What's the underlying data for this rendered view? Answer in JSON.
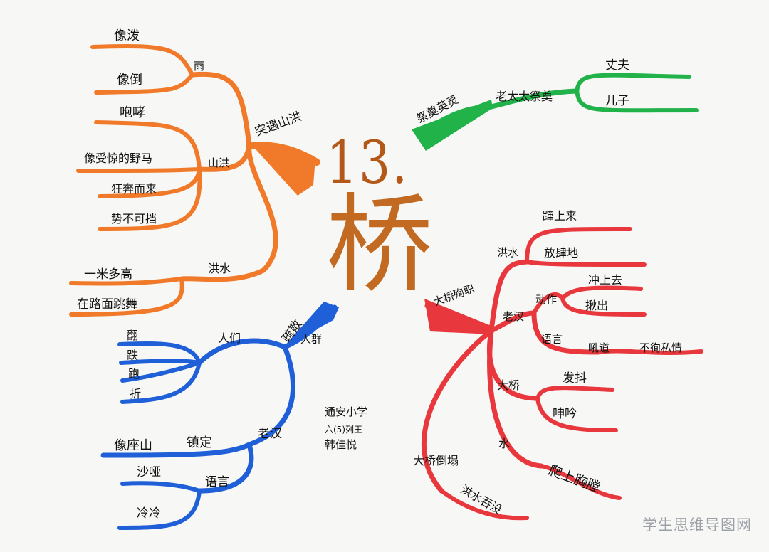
{
  "title": {
    "number": "13.",
    "character": "桥"
  },
  "watermark": "学生思维导图网",
  "colors": {
    "orange": "#f07a2a",
    "green": "#22b24a",
    "blue": "#1f5fd8",
    "red": "#e8383d",
    "title": "#c26a22"
  },
  "orange_branch": {
    "center": "突遇山洪",
    "rain": "雨",
    "rain_items": [
      "像泼",
      "像倒"
    ],
    "flood": "山洪",
    "flood_items": [
      "咆哮",
      "像受惊的野马",
      "狂奔而来",
      "势不可挡"
    ],
    "water": "洪水",
    "water_items": [
      "一米多高",
      "在路面跳舞"
    ]
  },
  "green_branch": {
    "center": "祭奠英灵",
    "mid": "老太太祭奠",
    "items": [
      "丈夫",
      "儿子"
    ]
  },
  "blue_branch": {
    "center": "疏散人群",
    "people": "人们",
    "people_items": [
      "翻",
      "跌",
      "跑",
      "折"
    ],
    "old_man": "老汉",
    "calm": "镇定",
    "calm_item": "像座山",
    "voice": "语言",
    "voice_items": [
      "沙哑",
      "冷冷"
    ]
  },
  "author": {
    "school": "通安小学",
    "class": "六(5)列王",
    "name": "韩佳悦"
  },
  "red_branch": {
    "center": "大桥殉职",
    "flood": "洪水",
    "flood_items": [
      "蹿上来",
      "放肆地"
    ],
    "old_man": "老汉",
    "action": "动作",
    "action_items": [
      "冲上去",
      "揪出"
    ],
    "speech": "语言",
    "speech_mid": "吼道",
    "speech_item": "不徇私情",
    "bridge": "大桥",
    "bridge_items": [
      "发抖",
      "呻吟"
    ],
    "water": "水",
    "water_item": "爬上胸膛",
    "collapse": "大桥倒塌",
    "collapse_item": "洪水吞没"
  }
}
